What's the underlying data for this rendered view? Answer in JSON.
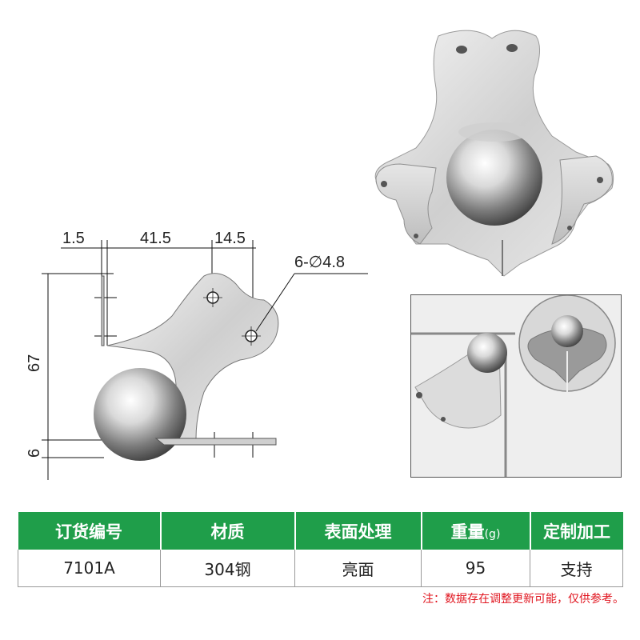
{
  "drawing": {
    "dims": {
      "d1": "1.5",
      "d2": "41.5",
      "d3": "14.5",
      "holes": "6-∅4.8",
      "height": "67",
      "base": "6"
    }
  },
  "table": {
    "headers": [
      {
        "label": "订货编号"
      },
      {
        "label": "材质"
      },
      {
        "label": "表面处理"
      },
      {
        "label": "重量",
        "unit": "(g)"
      },
      {
        "label": "定制加工"
      }
    ],
    "row": [
      "7101A",
      "304钢",
      "亮面",
      "95",
      "支持"
    ]
  },
  "note": "注：数据存在调整更新可能，仅供参考。",
  "colors": {
    "header_green": "#1f9e4a",
    "note_red": "#e0141e"
  }
}
